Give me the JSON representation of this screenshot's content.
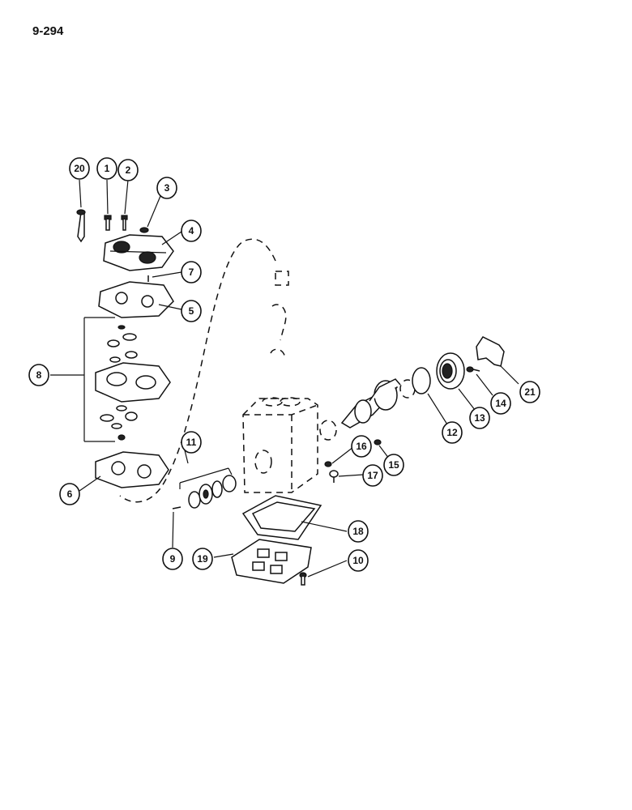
{
  "page_number": "9-294",
  "callouts": [
    "20",
    "1",
    "2",
    "3",
    "4",
    "7",
    "5",
    "8",
    "6",
    "11",
    "9",
    "19",
    "18",
    "10",
    "16",
    "17",
    "15",
    "12",
    "13",
    "14",
    "21"
  ]
}
